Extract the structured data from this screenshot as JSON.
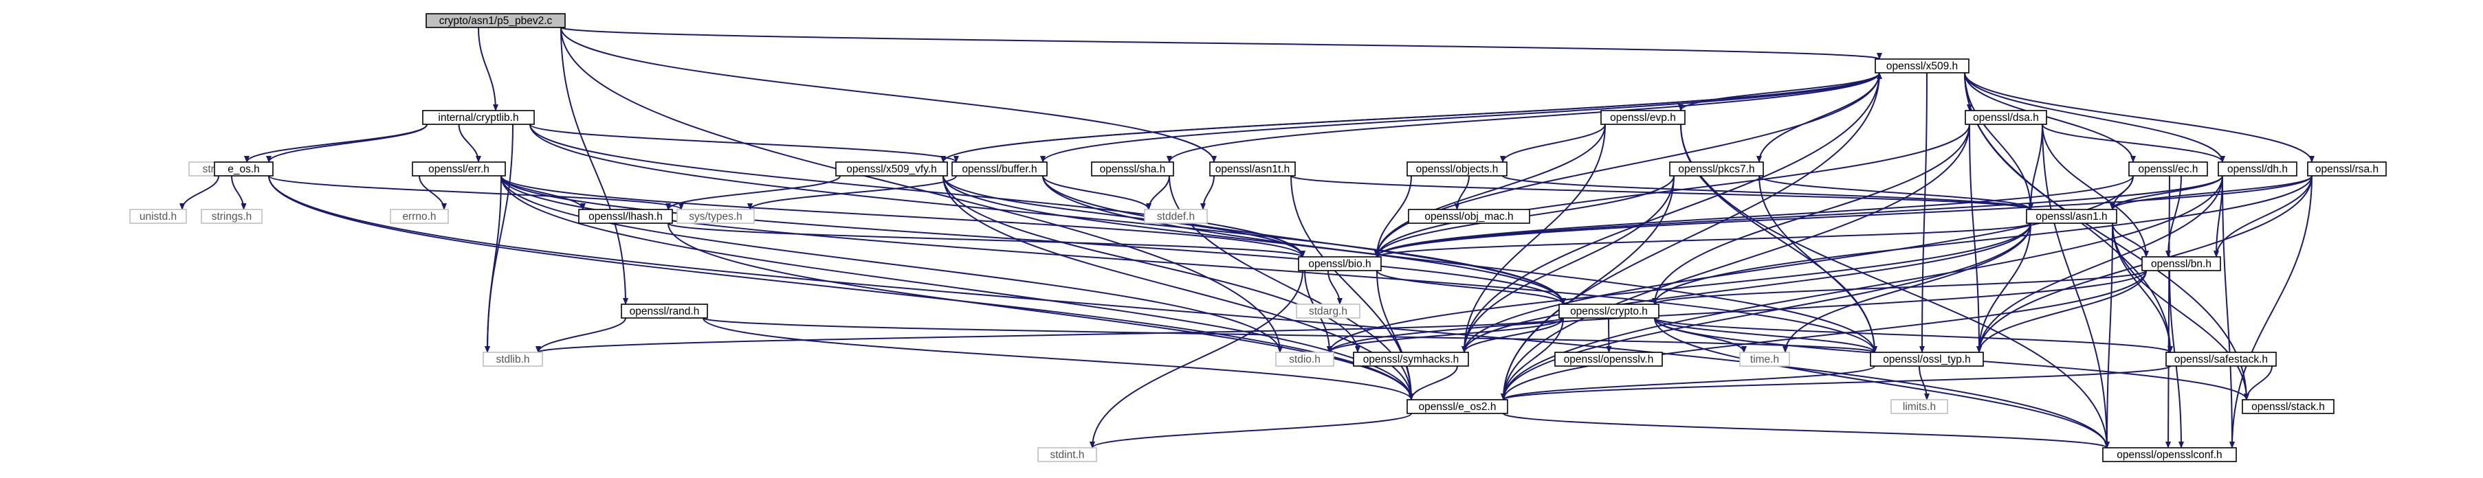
{
  "graph": {
    "root": "crypto/asn1/p5_pbev2.c",
    "nodes": [
      {
        "id": "root",
        "label": "crypto/asn1/p5_pbev2.c",
        "link": true
      },
      {
        "id": "x509",
        "label": "openssl/x509.h",
        "link": true
      },
      {
        "id": "cryptlib",
        "label": "internal/cryptlib.h",
        "link": true
      },
      {
        "id": "evp",
        "label": "openssl/evp.h",
        "link": true
      },
      {
        "id": "dsa",
        "label": "openssl/dsa.h",
        "link": true
      },
      {
        "id": "stringh",
        "label": "string.h",
        "link": false
      },
      {
        "id": "eos",
        "label": "e_os.h",
        "link": true
      },
      {
        "id": "err",
        "label": "openssl/err.h",
        "link": true
      },
      {
        "id": "x509vfy",
        "label": "openssl/x509_vfy.h",
        "link": true
      },
      {
        "id": "buffer",
        "label": "openssl/buffer.h",
        "link": true
      },
      {
        "id": "sha",
        "label": "openssl/sha.h",
        "link": true
      },
      {
        "id": "asn1t",
        "label": "openssl/asn1t.h",
        "link": true
      },
      {
        "id": "objects",
        "label": "openssl/objects.h",
        "link": true
      },
      {
        "id": "pkcs7",
        "label": "openssl/pkcs7.h",
        "link": true
      },
      {
        "id": "ec",
        "label": "openssl/ec.h",
        "link": true
      },
      {
        "id": "dh",
        "label": "openssl/dh.h",
        "link": true
      },
      {
        "id": "rsa",
        "label": "openssl/rsa.h",
        "link": true
      },
      {
        "id": "unistd",
        "label": "unistd.h",
        "link": false
      },
      {
        "id": "stringsh",
        "label": "strings.h",
        "link": false
      },
      {
        "id": "systypes",
        "label": "sys/types.h",
        "link": false
      },
      {
        "id": "lhash",
        "label": "openssl/lhash.h",
        "link": true
      },
      {
        "id": "errno",
        "label": "errno.h",
        "link": false
      },
      {
        "id": "stddef",
        "label": "stddef.h",
        "link": false
      },
      {
        "id": "objmac",
        "label": "openssl/obj_mac.h",
        "link": true
      },
      {
        "id": "asn1",
        "label": "openssl/asn1.h",
        "link": true
      },
      {
        "id": "bio",
        "label": "openssl/bio.h",
        "link": true
      },
      {
        "id": "bn",
        "label": "openssl/bn.h",
        "link": true
      },
      {
        "id": "stdarg",
        "label": "stdarg.h",
        "link": false
      },
      {
        "id": "crypto",
        "label": "openssl/crypto.h",
        "link": true
      },
      {
        "id": "rand",
        "label": "openssl/rand.h",
        "link": true
      },
      {
        "id": "stdlib",
        "label": "stdlib.h",
        "link": false
      },
      {
        "id": "stdio",
        "label": "stdio.h",
        "link": false
      },
      {
        "id": "symhacks",
        "label": "openssl/symhacks.h",
        "link": true
      },
      {
        "id": "opensslv",
        "label": "openssl/opensslv.h",
        "link": true
      },
      {
        "id": "timeh",
        "label": "time.h",
        "link": false
      },
      {
        "id": "ossltyp",
        "label": "openssl/ossl_typ.h",
        "link": true
      },
      {
        "id": "safestack",
        "label": "openssl/safestack.h",
        "link": true
      },
      {
        "id": "limits",
        "label": "limits.h",
        "link": false
      },
      {
        "id": "eos2",
        "label": "openssl/e_os2.h",
        "link": true
      },
      {
        "id": "stack",
        "label": "openssl/stack.h",
        "link": true
      },
      {
        "id": "stdint",
        "label": "stdint.h",
        "link": false
      },
      {
        "id": "opensslconf",
        "label": "openssl/opensslconf.h",
        "link": true
      }
    ],
    "edges": [
      [
        "root",
        "x509"
      ],
      [
        "root",
        "cryptlib"
      ],
      [
        "root",
        "asn1t"
      ],
      [
        "root",
        "rand"
      ],
      [
        "root",
        "stdio"
      ],
      [
        "cryptlib",
        "stringh"
      ],
      [
        "cryptlib",
        "eos"
      ],
      [
        "cryptlib",
        "err"
      ],
      [
        "cryptlib",
        "buffer"
      ],
      [
        "cryptlib",
        "bio"
      ],
      [
        "cryptlib",
        "crypto"
      ],
      [
        "cryptlib",
        "stdlib"
      ],
      [
        "eos",
        "unistd"
      ],
      [
        "eos",
        "stringsh"
      ],
      [
        "eos",
        "systypes"
      ],
      [
        "eos",
        "eos2"
      ],
      [
        "eos",
        "opensslconf"
      ],
      [
        "err",
        "errno"
      ],
      [
        "err",
        "lhash"
      ],
      [
        "err",
        "bio"
      ],
      [
        "err",
        "crypto"
      ],
      [
        "err",
        "ossltyp"
      ],
      [
        "err",
        "stdio"
      ],
      [
        "err",
        "stdlib"
      ],
      [
        "err",
        "eos2"
      ],
      [
        "x509",
        "evp"
      ],
      [
        "x509",
        "dsa"
      ],
      [
        "x509",
        "x509vfy"
      ],
      [
        "x509",
        "buffer"
      ],
      [
        "x509",
        "sha"
      ],
      [
        "x509",
        "pkcs7"
      ],
      [
        "x509",
        "ec"
      ],
      [
        "x509",
        "dh"
      ],
      [
        "x509",
        "rsa"
      ],
      [
        "x509",
        "asn1"
      ],
      [
        "x509",
        "bio"
      ],
      [
        "x509",
        "ossltyp"
      ],
      [
        "x509",
        "safestack"
      ],
      [
        "x509",
        "stack"
      ],
      [
        "x509",
        "symhacks"
      ],
      [
        "x509",
        "eos2"
      ],
      [
        "x509vfy",
        "x509"
      ],
      [
        "x509vfy",
        "lhash"
      ],
      [
        "x509vfy",
        "bio"
      ],
      [
        "x509vfy",
        "crypto"
      ],
      [
        "x509vfy",
        "symhacks"
      ],
      [
        "x509vfy",
        "eos2"
      ],
      [
        "buffer",
        "stddef"
      ],
      [
        "buffer",
        "systypes"
      ],
      [
        "buffer",
        "crypto"
      ],
      [
        "buffer",
        "ossltyp"
      ],
      [
        "sha",
        "stddef"
      ],
      [
        "sha",
        "eos2"
      ],
      [
        "asn1t",
        "stddef"
      ],
      [
        "asn1t",
        "asn1"
      ],
      [
        "asn1t",
        "eos2"
      ],
      [
        "evp",
        "objects"
      ],
      [
        "evp",
        "bio"
      ],
      [
        "evp",
        "ossltyp"
      ],
      [
        "evp",
        "symhacks"
      ],
      [
        "evp",
        "opensslconf"
      ],
      [
        "objects",
        "objmac"
      ],
      [
        "objects",
        "asn1"
      ],
      [
        "objects",
        "bio"
      ],
      [
        "dsa",
        "bio"
      ],
      [
        "dsa",
        "crypto"
      ],
      [
        "dsa",
        "ossltyp"
      ],
      [
        "dsa",
        "bn"
      ],
      [
        "dsa",
        "dh"
      ],
      [
        "dsa",
        "asn1"
      ],
      [
        "dsa",
        "eos2"
      ],
      [
        "dsa",
        "opensslconf"
      ],
      [
        "pkcs7",
        "asn1"
      ],
      [
        "pkcs7",
        "bio"
      ],
      [
        "pkcs7",
        "ossltyp"
      ],
      [
        "pkcs7",
        "symhacks"
      ],
      [
        "pkcs7",
        "eos2"
      ],
      [
        "ec",
        "asn1"
      ],
      [
        "ec",
        "bn"
      ],
      [
        "ec",
        "bio"
      ],
      [
        "ec",
        "symhacks"
      ],
      [
        "ec",
        "opensslconf"
      ],
      [
        "dh",
        "asn1"
      ],
      [
        "dh",
        "bn"
      ],
      [
        "dh",
        "bio"
      ],
      [
        "dh",
        "ossltyp"
      ],
      [
        "dh",
        "eos2"
      ],
      [
        "dh",
        "opensslconf"
      ],
      [
        "rsa",
        "asn1"
      ],
      [
        "rsa",
        "bn"
      ],
      [
        "rsa",
        "bio"
      ],
      [
        "rsa",
        "crypto"
      ],
      [
        "rsa",
        "ossltyp"
      ],
      [
        "rsa",
        "opensslconf"
      ],
      [
        "lhash",
        "bio"
      ],
      [
        "lhash",
        "eos2"
      ],
      [
        "asn1",
        "bio"
      ],
      [
        "asn1",
        "bn"
      ],
      [
        "asn1",
        "safestack"
      ],
      [
        "asn1",
        "stack"
      ],
      [
        "asn1",
        "ossltyp"
      ],
      [
        "asn1",
        "symhacks"
      ],
      [
        "asn1",
        "timeh"
      ],
      [
        "asn1",
        "stdio"
      ],
      [
        "asn1",
        "eos2"
      ],
      [
        "asn1",
        "opensslconf"
      ],
      [
        "bio",
        "stdarg"
      ],
      [
        "bio",
        "crypto"
      ],
      [
        "bio",
        "stdio"
      ],
      [
        "bio",
        "eos2"
      ],
      [
        "bio",
        "stdint"
      ],
      [
        "bn",
        "crypto"
      ],
      [
        "bn",
        "ossltyp"
      ],
      [
        "bn",
        "stdio"
      ],
      [
        "bn",
        "eos2"
      ],
      [
        "bn",
        "opensslconf"
      ],
      [
        "crypto",
        "stdlib"
      ],
      [
        "crypto",
        "stdio"
      ],
      [
        "crypto",
        "symhacks"
      ],
      [
        "crypto",
        "opensslv"
      ],
      [
        "crypto",
        "timeh"
      ],
      [
        "crypto",
        "ossltyp"
      ],
      [
        "crypto",
        "safestack"
      ],
      [
        "crypto",
        "stack"
      ],
      [
        "crypto",
        "eos2"
      ],
      [
        "crypto",
        "opensslconf"
      ],
      [
        "rand",
        "stdlib"
      ],
      [
        "rand",
        "ossltyp"
      ],
      [
        "rand",
        "eos2"
      ],
      [
        "symhacks",
        "eos2"
      ],
      [
        "ossltyp",
        "limits"
      ],
      [
        "ossltyp",
        "eos2"
      ],
      [
        "safestack",
        "stack"
      ],
      [
        "safestack",
        "eos2"
      ],
      [
        "eos2",
        "stdint"
      ],
      [
        "eos2",
        "opensslconf"
      ]
    ]
  }
}
